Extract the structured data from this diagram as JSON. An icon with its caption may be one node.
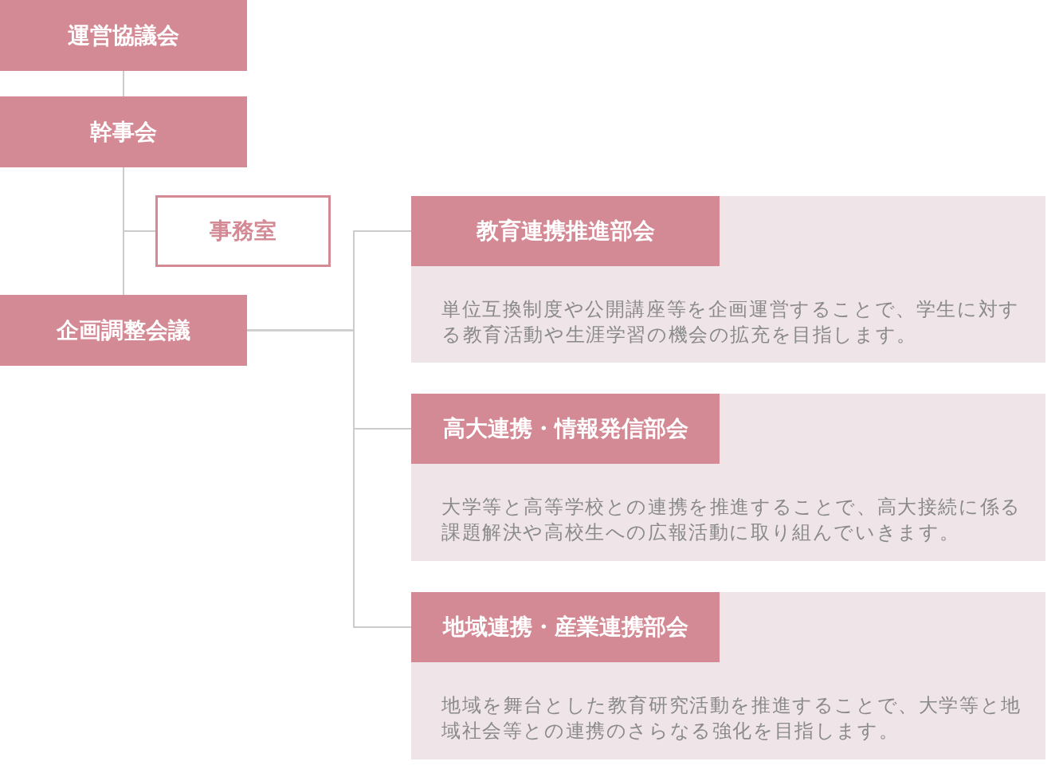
{
  "diagram": {
    "nodes": [
      {
        "text": [
          "運営協議会"
        ]
      },
      {
        "text": [
          "幹事会"
        ]
      },
      {
        "text": [
          "事務室"
        ]
      },
      {
        "text": [
          "企画調整会議"
        ]
      },
      {
        "text": [
          "教育連携推進部会",
          "単位互換制度や公開講座等を企画運営することで、学生に対する教育活動や生涯学習の機会の拡充を目指します。"
        ]
      },
      {
        "text": [
          "高大連携・情報発信部会",
          "大学等と高等学校との連携を推進することで、高大接続に係る課題解決や高校生への広報活動に取り組んでいきます。"
        ]
      },
      {
        "text": [
          "地域連携・産業連携部会",
          "地域を舞台とした教育研究活動を推進することで、大学等と地域社会等との連携のさらなる強化を目指します。"
        ]
      }
    ],
    "edges": [
      {
        "from": 0,
        "to": 1,
        "arrow": "none"
      },
      {
        "from": 1,
        "to": 2,
        "arrow": "none"
      },
      {
        "from": 1,
        "to": 3,
        "arrow": "none"
      },
      {
        "from": 3,
        "to": 4,
        "arrow": "none"
      },
      {
        "from": 3,
        "to": 5,
        "arrow": "none"
      },
      {
        "from": 3,
        "to": 6,
        "arrow": "none"
      }
    ]
  }
}
